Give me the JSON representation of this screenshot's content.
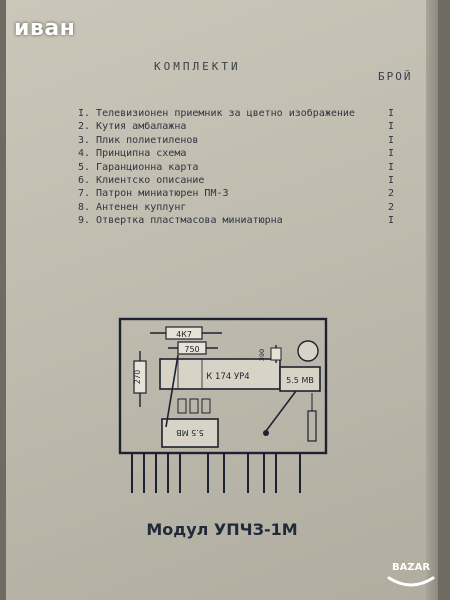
{
  "watermark_top": "иван",
  "heading": {
    "title": "КОМПЛЕКТИ",
    "qty_label": "БРОЙ"
  },
  "items": [
    {
      "text": "I. Телевизионен приемник за цветно изображение",
      "qty": "I"
    },
    {
      "text": "2. Кутия амбалажна",
      "qty": "I"
    },
    {
      "text": "3. Плик полиетиленов",
      "qty": "I"
    },
    {
      "text": "4. Принципна схема",
      "qty": "I"
    },
    {
      "text": "5. Гаранционна карта",
      "qty": "I"
    },
    {
      "text": "6. Клиентско описание",
      "qty": "I"
    },
    {
      "text": "7. Патрон миниатюрен ПМ-3",
      "qty": "2"
    },
    {
      "text": "8. Антенен куплунг",
      "qty": "2"
    },
    {
      "text": "9. Отвертка пластмасова миниатюрна",
      "qty": "I"
    }
  ],
  "schematic": {
    "r1": "4К7",
    "r2": "750",
    "r3": "270",
    "r4": "390",
    "chip": "К 174 УР4",
    "filter1": "5.5 МВ",
    "filter2": "5.5 МВ"
  },
  "caption": "Модул УПЧЗ-1М",
  "logo_text": "BAZAR",
  "colors": {
    "paper": "#c4c0b3",
    "ink": "#2f3440",
    "caption_ink": "#1f2a3a"
  }
}
